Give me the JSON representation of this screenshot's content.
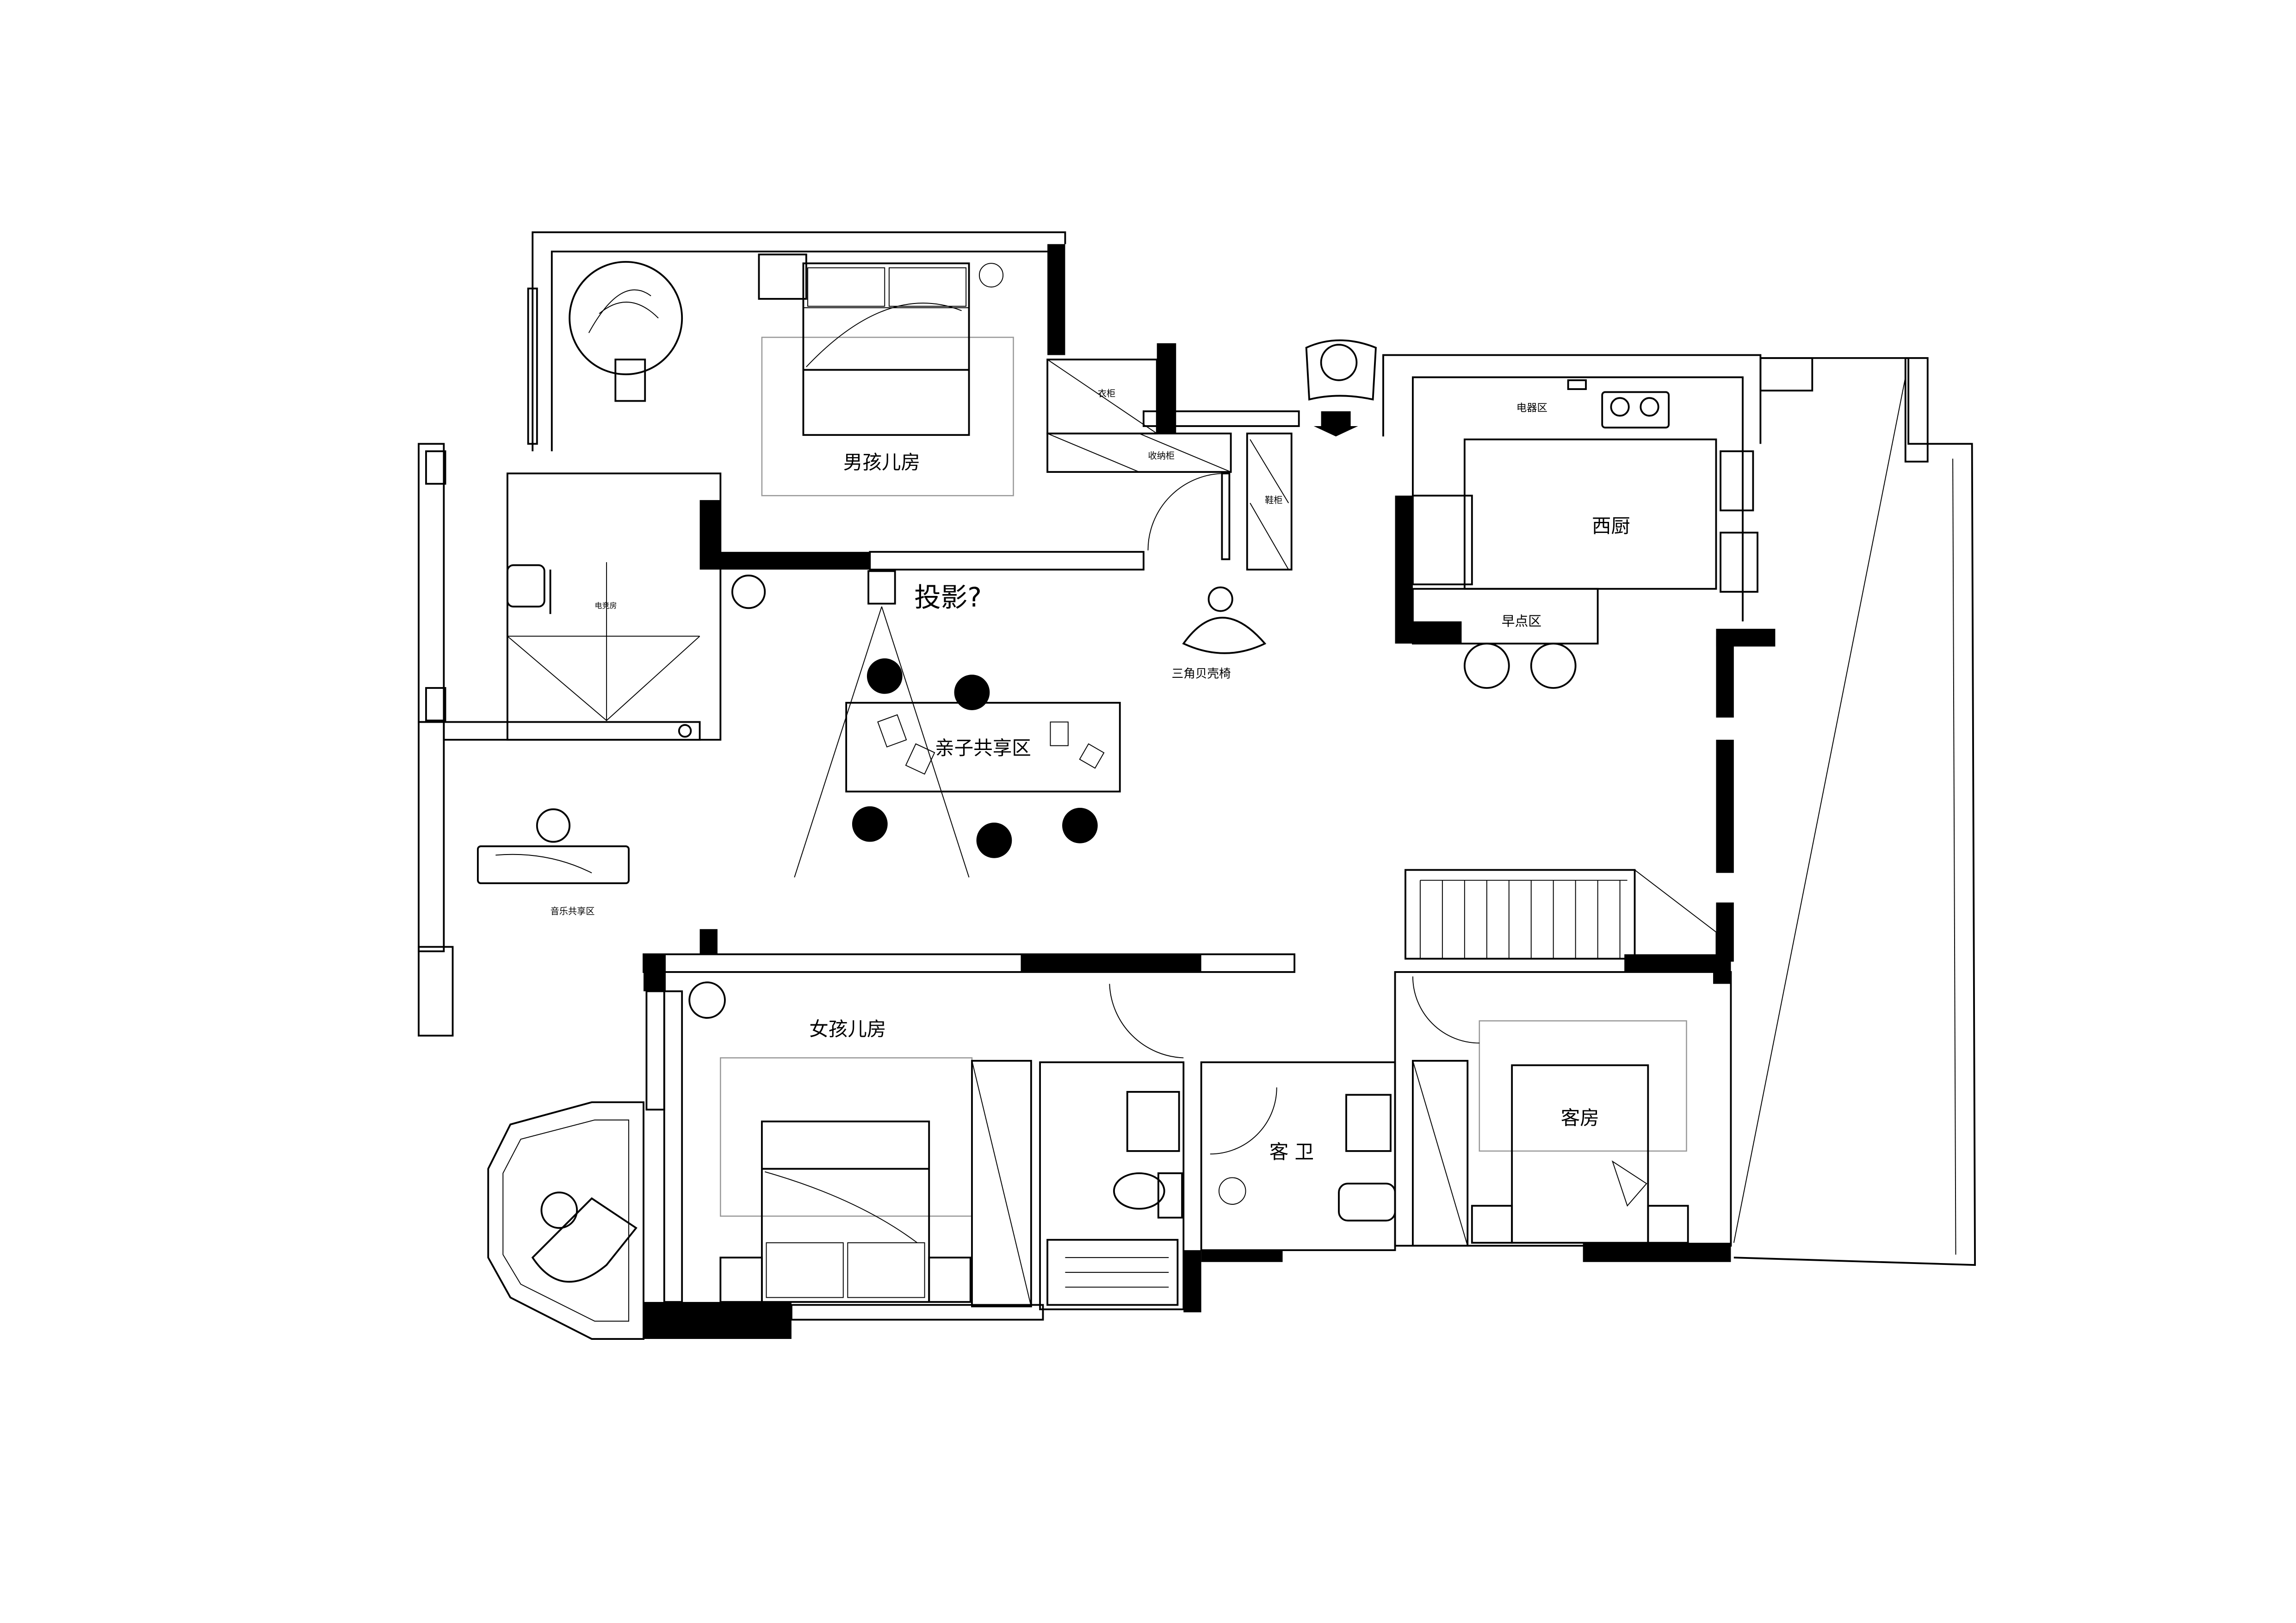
{
  "title": "Floor plan",
  "rooms": {
    "boys_room": "男孩儿房",
    "wardrobe": "衣柜",
    "storage_cabinet": "收纳柜",
    "shoe_cabinet": "鞋柜",
    "appliance_area": "电器区",
    "western_kitchen": "西厨",
    "breakfast_area": "早点区",
    "projection": "投影?",
    "shell_chair": "三角贝壳椅",
    "esports_room": "电竞房",
    "family_share_area": "亲子共享区",
    "music_share_area": "音乐共享区",
    "girls_room": "女孩儿房",
    "guest_bath": "客 卫",
    "guest_room": "客房"
  },
  "colors": {
    "wall": "#000000",
    "line": "#000000",
    "rug": "#999999"
  }
}
